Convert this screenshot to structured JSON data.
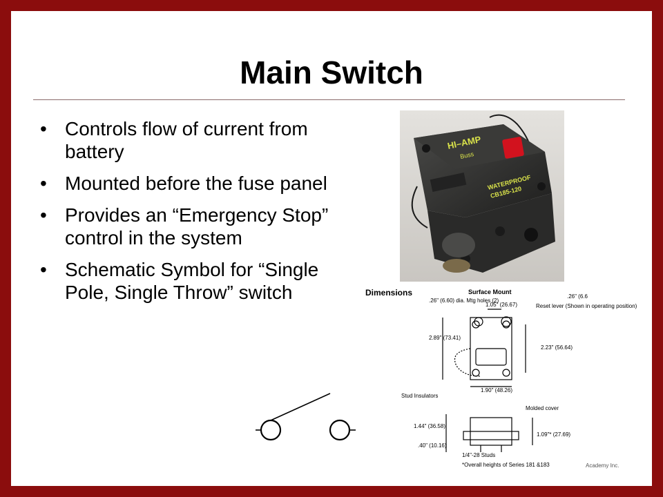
{
  "slide": {
    "title": "Main Switch",
    "bullets": [
      "Controls flow of current from battery",
      "Mounted before the fuse panel",
      "Provides an “Emergency Stop” control in the system",
      "Schematic Symbol for “Single Pole, Single Throw” switch"
    ],
    "bullet_glyph": "•"
  },
  "photo": {
    "brand_text": "HI–AMP",
    "sub_brand": "Buss",
    "label_line1": "WATERPROOF",
    "label_line2": "CB185-120"
  },
  "diagram": {
    "heading": "Dimensions",
    "subheading": "Surface Mount",
    "labels": {
      "hole": ".26\" (6.60) dia. Mtg holes (2)",
      "top_right": ".26\" (6.6",
      "width_top": "1.05\" (26.67)",
      "reset": "Reset lever (Shown in operating position)",
      "h_left": "2.89\" (73.41)",
      "h_right": "2.23\" (56.64)",
      "w_bottom": "1.90\" (48.26)",
      "stud_ins": "Stud Insulators",
      "molded": "Molded cover",
      "side_left": "1.44\" (36.58)",
      "side_right": "1.09\"* (27.69)",
      "side_small": ".40\" (10.16)",
      "studs": "1/4\"-28 Studs",
      "note": "*Overall heights of Series 181 &183"
    }
  },
  "footer": {
    "text": "Academy Inc."
  },
  "colors": {
    "frame": "#8b0d0d",
    "background": "#ffffff",
    "rule": "#8a6a6a"
  }
}
